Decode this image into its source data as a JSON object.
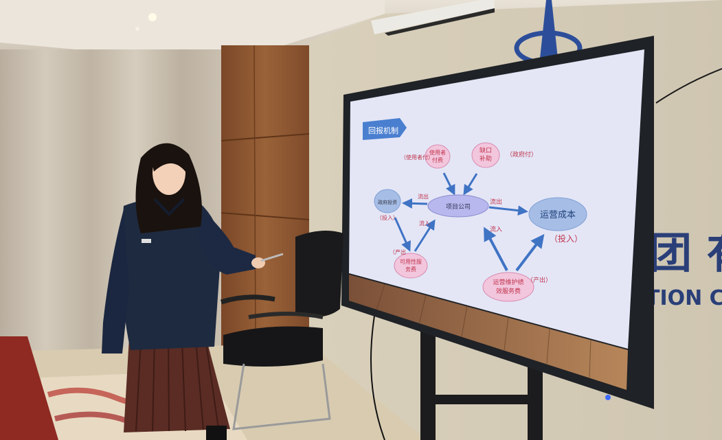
{
  "slide": {
    "heading": "回报机制",
    "center_node": "项目公司",
    "left_node": "政府投资",
    "right_node": "运营成本",
    "user_pay_node_line1": "使用者",
    "user_pay_node_line2": "付费",
    "gap_subsidy_line1": "缺口",
    "gap_subsidy_line2": "补助",
    "bottom_left_line1": "可用性服",
    "bottom_left_line2": "务费",
    "bottom_right_line1": "运营维护绩",
    "bottom_right_line2": "效服务费",
    "tag_user_pays": "（使用者付）",
    "tag_gov_pays": "（政府付）",
    "tag_invest_left": "（投入）",
    "tag_invest_right": "（投入）",
    "tag_output_left": "（产出",
    "tag_output_right": "（产出）",
    "flow_out_left": "流出",
    "flow_out_right": "流出",
    "flow_in_left": "流入",
    "flow_in_right": "流入"
  },
  "wall_sign": {
    "line1": "团 有",
    "line2": "TION  C"
  },
  "colors": {
    "wall": "#d8cfb9",
    "curtain": "#c8beae",
    "wood_panel": "#8a5532",
    "screen_bezel": "#1f2226",
    "slide_bg": "#e4e6f6",
    "node_blue": "#a6bee6",
    "node_pink": "#f2c6dc",
    "arrow_blue": "#3f73c4",
    "tag_red": "#c0364e",
    "jacket": "#1e2a40",
    "skirt": "#5a2c24"
  }
}
